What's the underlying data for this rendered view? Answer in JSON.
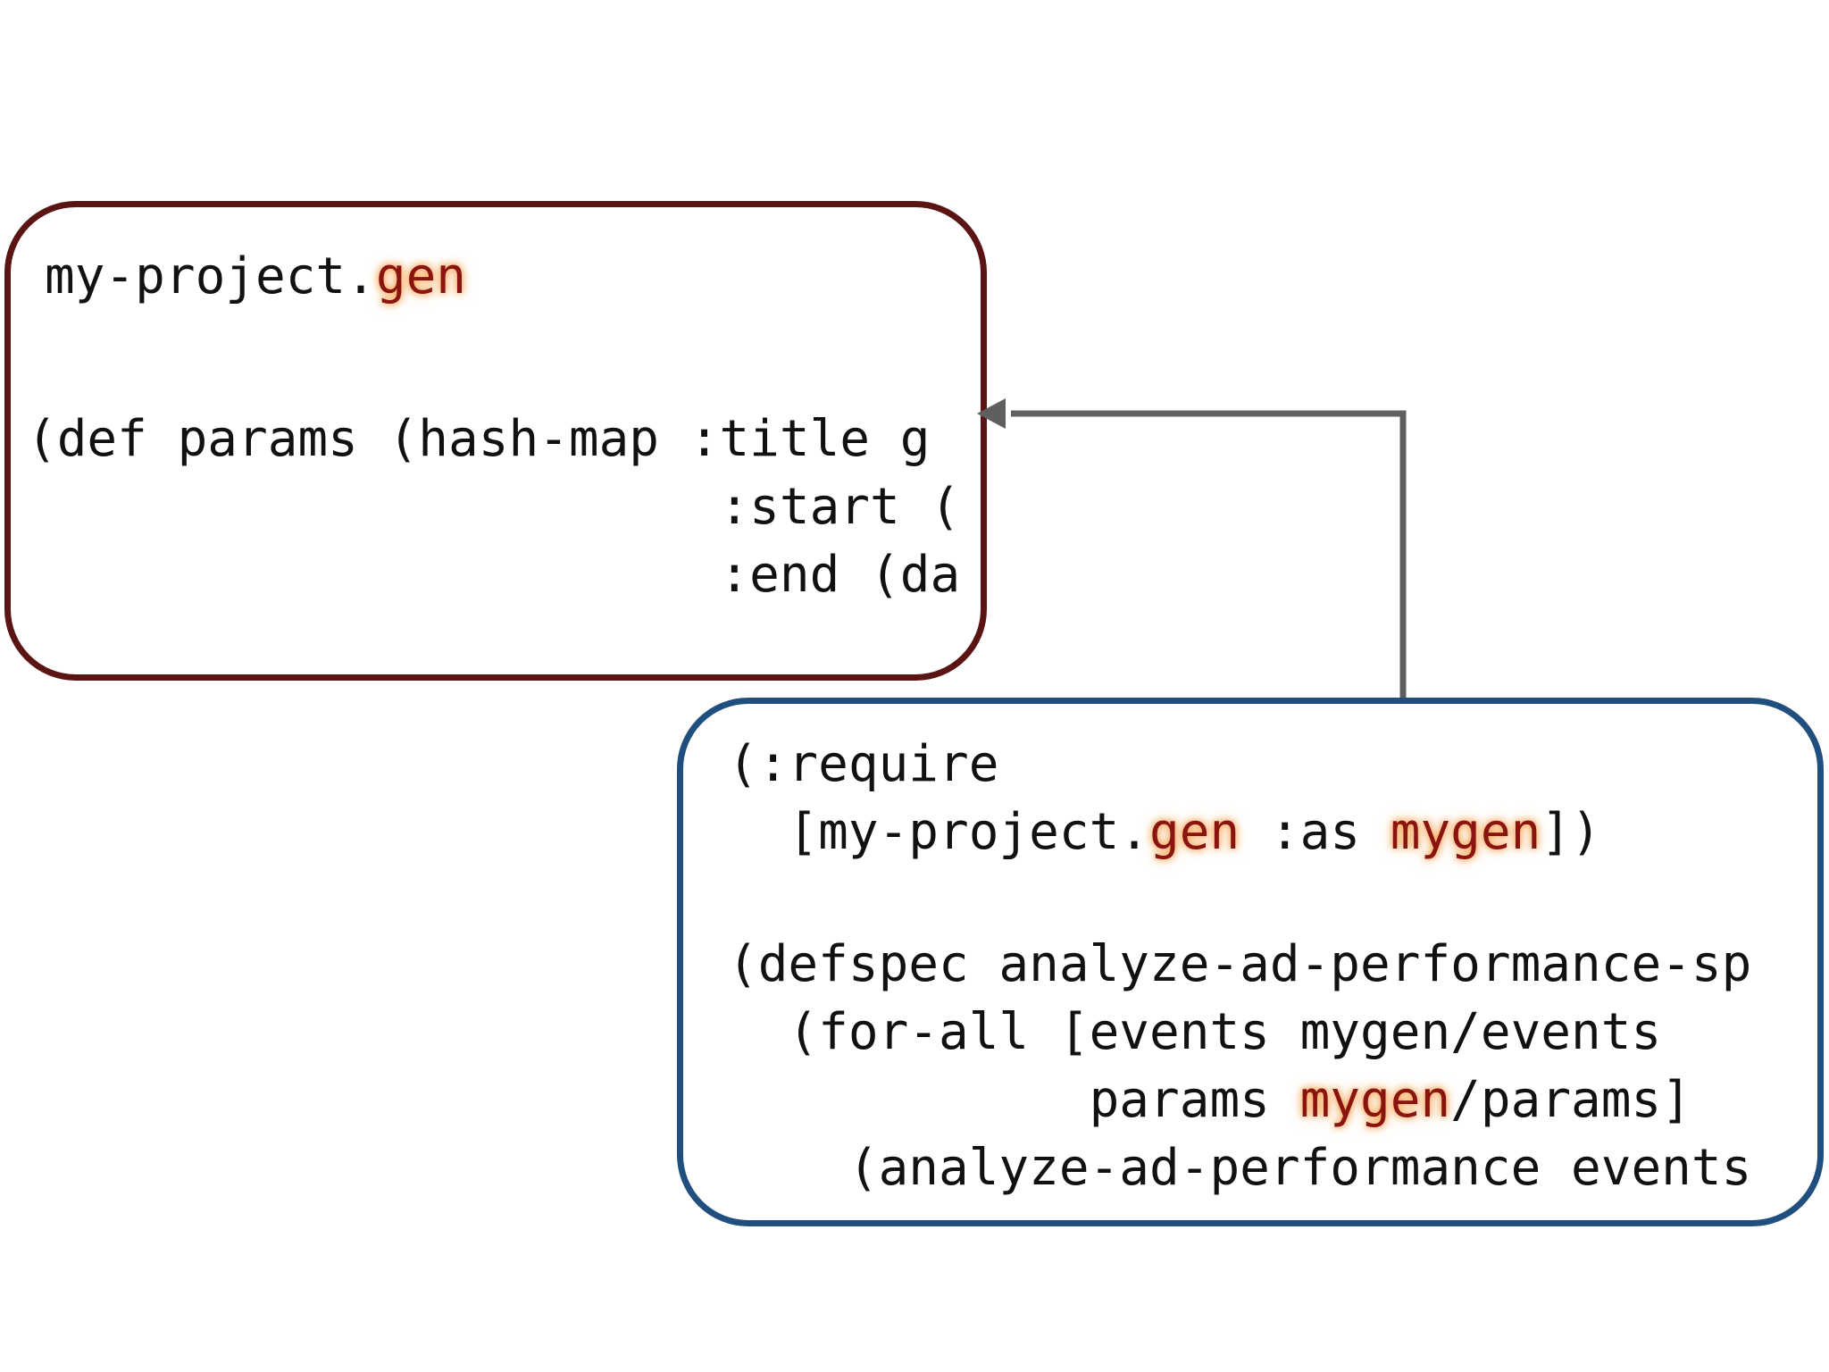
{
  "gen_box": {
    "ns_prefix": "my-project.",
    "ns_highlight": "gen",
    "line1": "(def params (hash-map :title g",
    "line2": "                       :start (",
    "line3": "                       :end (da"
  },
  "spec_box": {
    "req_line1": "(:require",
    "req_line2_prefix": "  [my-project.",
    "req_line2_hl1": "gen",
    "req_line2_mid": " :as ",
    "req_line2_hl2": "mygen",
    "req_line2_suffix": "])",
    "spec_line1": "(defspec analyze-ad-performance-sp",
    "spec_line2": "  (for-all [events mygen/events",
    "spec_line3_prefix": "            params ",
    "spec_line3_hl": "mygen",
    "spec_line3_suffix": "/params]",
    "spec_line4": "    (analyze-ad-performance events"
  },
  "colors": {
    "gen_border": "#5a1414",
    "spec_border": "#1f4e7f",
    "connector": "#5f5f5f",
    "highlight_text": "#8a1510",
    "highlight_glow": "#f58c28"
  }
}
